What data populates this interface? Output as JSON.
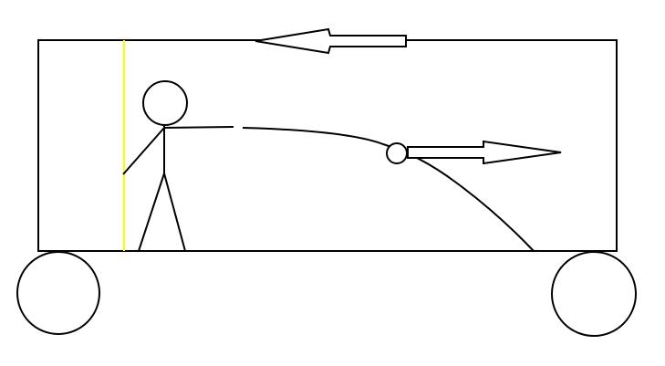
{
  "scene": {
    "background_color": "#ffffff",
    "line_color": "#000000",
    "pole_color": "#ffff00",
    "objects": [
      "cart-body",
      "left-wheel",
      "right-wheel",
      "yellow-pole",
      "stick-figure",
      "ball",
      "ball-trajectory",
      "cart-motion-arrow",
      "ball-velocity-arrow"
    ],
    "arrows": {
      "cart_motion_direction": "left",
      "ball_velocity_direction": "right"
    }
  }
}
